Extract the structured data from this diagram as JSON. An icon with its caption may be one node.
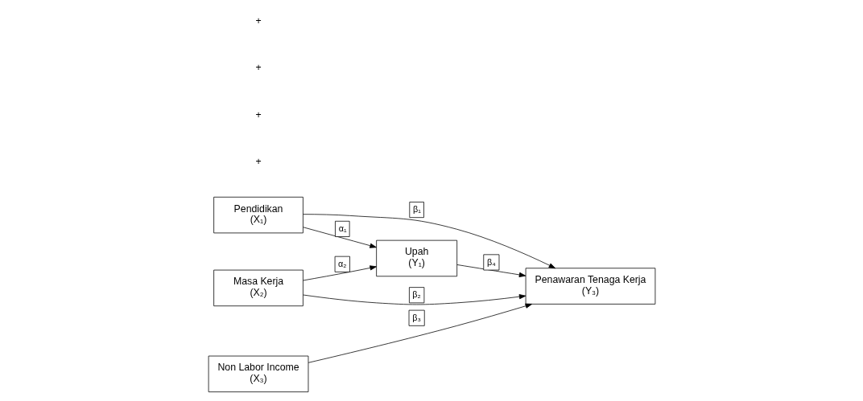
{
  "diagram": {
    "nodes": [
      {
        "text": [
          "Pendidikan",
          "(X₁)"
        ]
      },
      {
        "text": [
          "Masa Kerja",
          "(X₂)"
        ]
      },
      {
        "text": [
          "Non Labor Income",
          "(X₃)"
        ]
      },
      {
        "text": [
          "Upah",
          "(Y₁)"
        ]
      },
      {
        "text": [
          "Penawaran Tenaga Kerja",
          "(Y₃)"
        ]
      }
    ],
    "edges": [
      {
        "from": 0,
        "to": 4,
        "arrow": "to",
        "label": "β₁"
      },
      {
        "from": 0,
        "to": 3,
        "arrow": "to",
        "label": "α₁"
      },
      {
        "from": 1,
        "to": 3,
        "arrow": "to",
        "label": "α₂"
      },
      {
        "from": 3,
        "to": 4,
        "arrow": "to",
        "label": "β₄"
      },
      {
        "from": 2,
        "to": 4,
        "arrow": "to",
        "label": "β₃"
      },
      {
        "from": 1,
        "to": 4,
        "arrow": "to",
        "label": "β₂"
      }
    ],
    "labels": [
      "+",
      "+",
      "+",
      "+"
    ]
  }
}
